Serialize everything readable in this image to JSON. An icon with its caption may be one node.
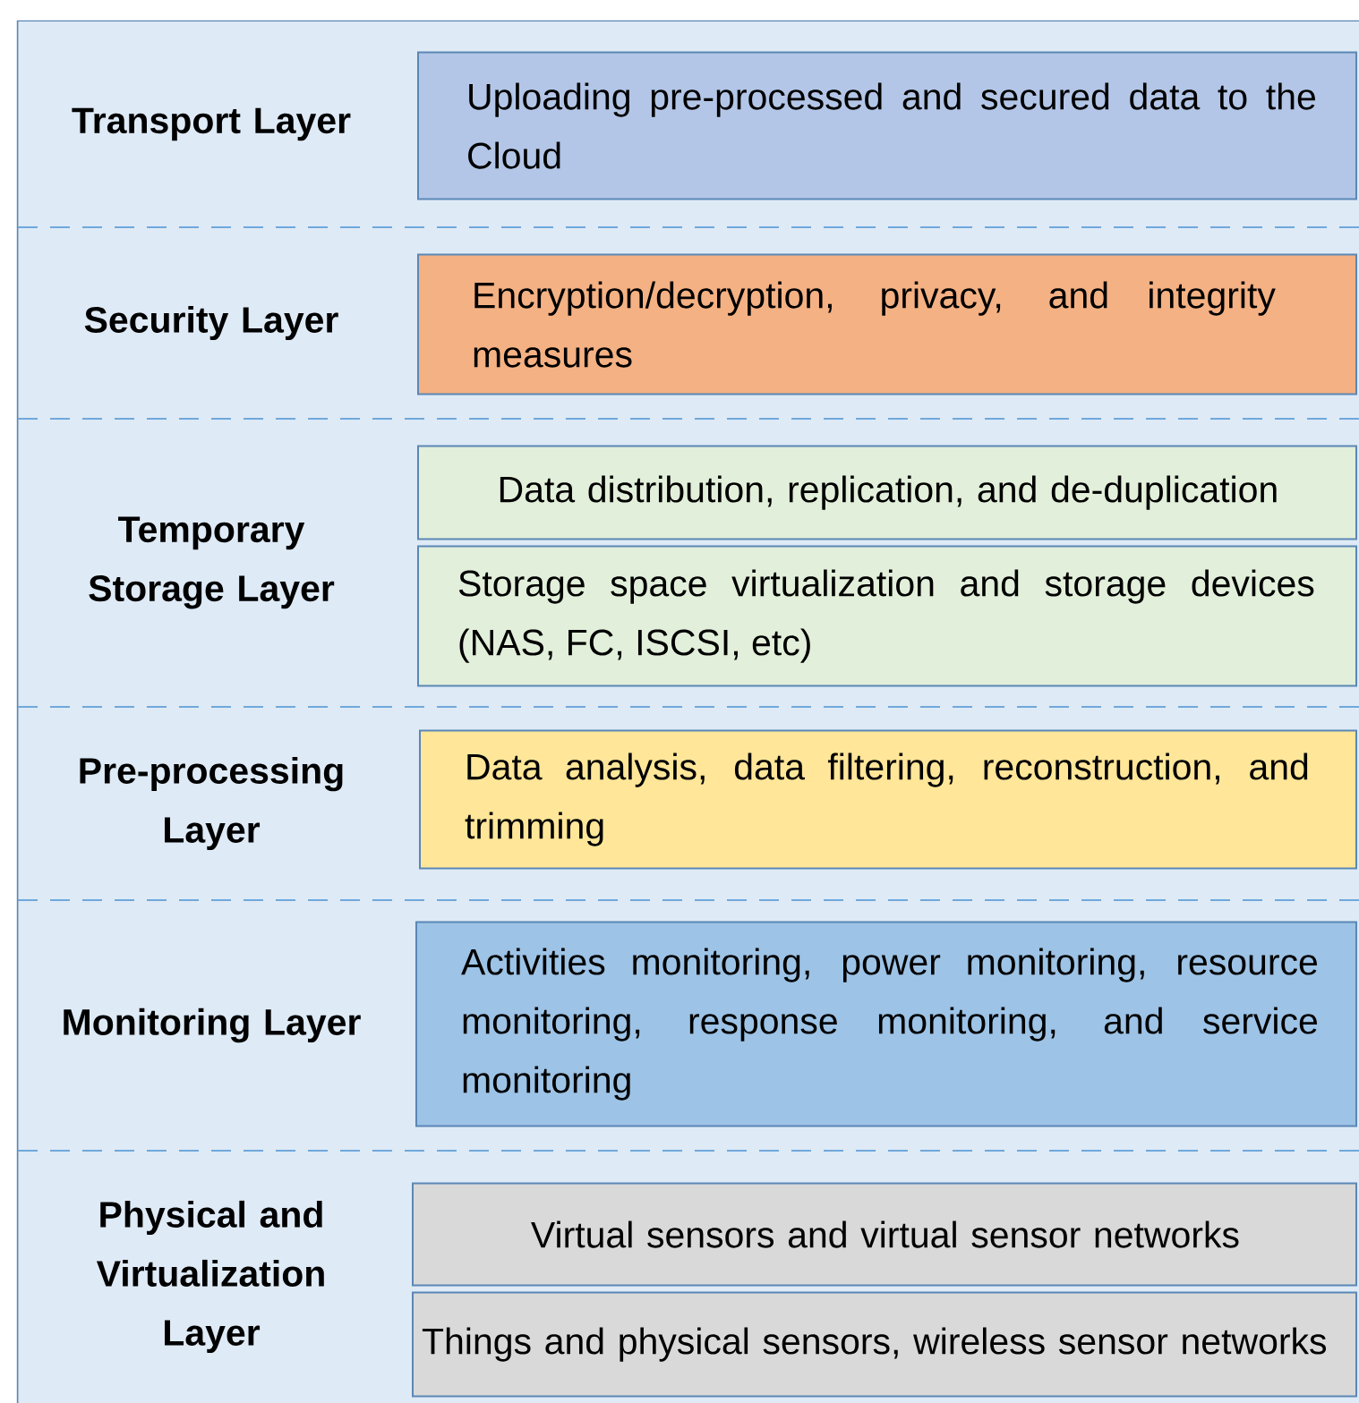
{
  "diagram": {
    "nodes": [
      {
        "text": [
          "Transport Layer"
        ]
      },
      {
        "text": [
          "Uploading pre-processed and secured data to the Cloud"
        ],
        "in": 0
      },
      {
        "text": [
          "Security Layer"
        ]
      },
      {
        "text": [
          "Encryption/decryption, privacy, and integrity measures"
        ],
        "in": 2
      },
      {
        "text": [
          "Temporary Storage Layer"
        ]
      },
      {
        "text": [
          "Data distribution, replication, and de-duplication"
        ],
        "in": 4
      },
      {
        "text": [
          "Storage space virtualization and storage devices (NAS, FC, ISCSI, etc)"
        ],
        "in": 4
      },
      {
        "text": [
          "Pre-processing Layer"
        ]
      },
      {
        "text": [
          "Data analysis, data filtering, reconstruction, and trimming"
        ],
        "in": 7
      },
      {
        "text": [
          "Monitoring Layer"
        ]
      },
      {
        "text": [
          "Activities monitoring, power monitoring, resource monitoring, response monitoring, and service monitoring"
        ],
        "in": 9
      },
      {
        "text": [
          "Physical and Virtualization Layer"
        ]
      },
      {
        "text": [
          "Virtual sensors and virtual sensor networks"
        ],
        "in": 11
      },
      {
        "text": [
          "Things and physical sensors, wireless sensor networks"
        ],
        "in": 11
      }
    ]
  }
}
